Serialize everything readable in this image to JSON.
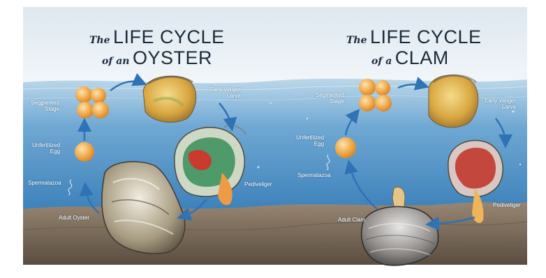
{
  "colors": {
    "sky": "#e6eef4",
    "water_top": "#c3dcec",
    "water_bottom": "#3f86bf",
    "seabed_top": "#8f7f6b",
    "seabed_bottom": "#5c4f42",
    "arrow": "#2f73b5",
    "egg": "#f0a947",
    "title_text": "#1b2a3a"
  },
  "oyster": {
    "title_small_1": "The",
    "title_big_1": "LIFE CYCLE",
    "title_small_2": "of an",
    "title_big_2": "OYSTER",
    "stages": {
      "segmented_1": "Segmented",
      "segmented_2": "Stage",
      "early_veliger_1": "Early Veliger",
      "early_veliger_2": "Larva",
      "unfertilized_1": "Unfertilized",
      "unfertilized_2": "Egg",
      "spermatazoa": "Spermatazoa",
      "pediveliger": "Pediveliger",
      "adult": "Adult Oyster"
    }
  },
  "clam": {
    "title_small_1": "The",
    "title_big_1": "LIFE CYCLE",
    "title_small_2": "of a",
    "title_big_2": "CLAM",
    "stages": {
      "segmented_1": "Segmented",
      "segmented_2": "Stage",
      "early_veliger_1": "Early Veliger",
      "early_veliger_2": "Larva",
      "unfertilized_1": "Unfertilized",
      "unfertilized_2": "Egg",
      "spermatazoa": "Spermatazoa",
      "pediveliger": "Pediveliger",
      "adult": "Adult Clam"
    }
  }
}
